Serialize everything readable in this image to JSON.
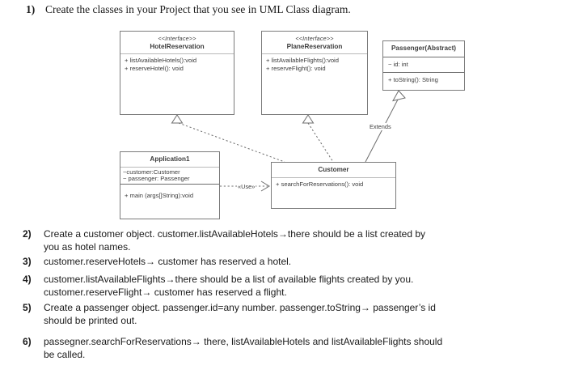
{
  "instructions": [
    {
      "number": "1)",
      "lines": [
        "Create the classes in your Project that you see in UML Class diagram."
      ]
    },
    {
      "number": "2)",
      "lines": [
        "Create a customer object. customer.listAvailableHotels→there should be a list created by",
        "you as hotel names."
      ]
    },
    {
      "number": "3)",
      "lines": [
        "customer.reserveHotels→ customer has reserved a hotel."
      ]
    },
    {
      "number": "4)",
      "lines": [
        "customer.listAvailableFlights→there should be a list of available flights created by you.",
        "customer.reserveFlight→ customer has reserved a flight."
      ]
    },
    {
      "number": "5)",
      "lines": [
        "Create a passenger object. passenger.id=any number. passenger.toString→ passenger’s id",
        "should be printed out."
      ]
    },
    {
      "number": "6)",
      "lines": [
        "passegner.searchForReservations→ there, listAvailableHotels and listAvailableFlights should",
        "be called."
      ]
    }
  ],
  "diagram": {
    "classes": {
      "hotel_reservation": {
        "stereotype": "<<Interface>>",
        "name": "HotelReservation",
        "operations": [
          "+ listAvailableHotels():void",
          "+ reserveHotel(): void"
        ]
      },
      "plane_reservation": {
        "stereotype": "<<Interface>>",
        "name": "PlaneReservation",
        "operations": [
          "+ listAvailableFlights():void",
          "+ reserveFlight(): void"
        ]
      },
      "passenger": {
        "name": "Passenger(Abstract)",
        "attributes": [
          "~ id: int"
        ],
        "operations": [
          "+ toString(): String"
        ]
      },
      "application1": {
        "name": "Application1",
        "attributes": [
          "~customer:Customer",
          "~ passenger: Passenger"
        ],
        "operations": [
          "+ main (args[]String):void"
        ]
      },
      "customer": {
        "name": "Customer",
        "operations": [
          "+ searchForReservations(): void"
        ]
      }
    },
    "edges": {
      "extends_label": "Extends",
      "use_label": "«Use»"
    },
    "colors": {
      "box_border": "#7b7b7b",
      "inner_rule": "#b9b9b9",
      "text": "#3c3c3c",
      "connector": "#6d6d6d",
      "page_text": "#1a1a1a"
    }
  }
}
